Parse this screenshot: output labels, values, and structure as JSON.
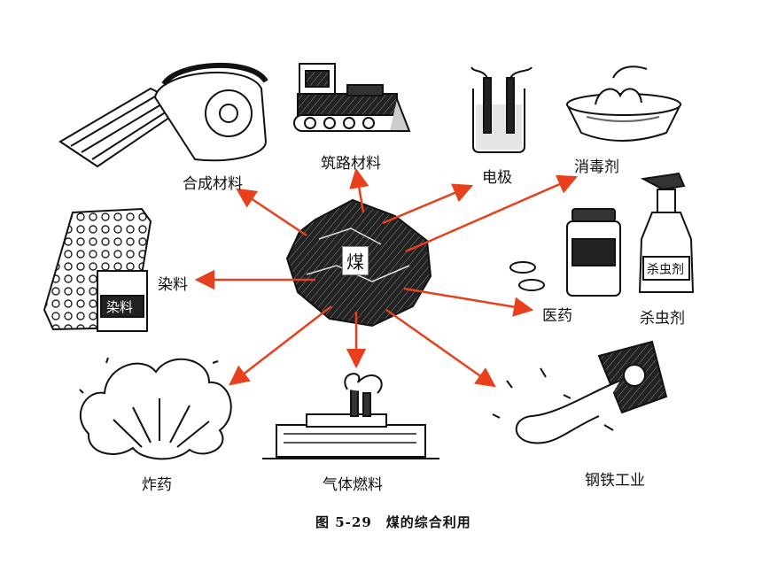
{
  "center": {
    "label": "煤"
  },
  "uses": {
    "synthetic_materials": "合成材料",
    "road_materials": "筑路材料",
    "electrode": "电极",
    "disinfectant": "消毒剂",
    "dye": "染料",
    "medicine": "医药",
    "insecticide": "杀虫剂",
    "explosive": "炸药",
    "gas_fuel": "气体燃料",
    "steel_industry": "钢铁工业"
  },
  "caption": "图 5-29　煤的综合利用",
  "colors": {
    "arrow": "#e8401c",
    "ink": "#111111"
  }
}
